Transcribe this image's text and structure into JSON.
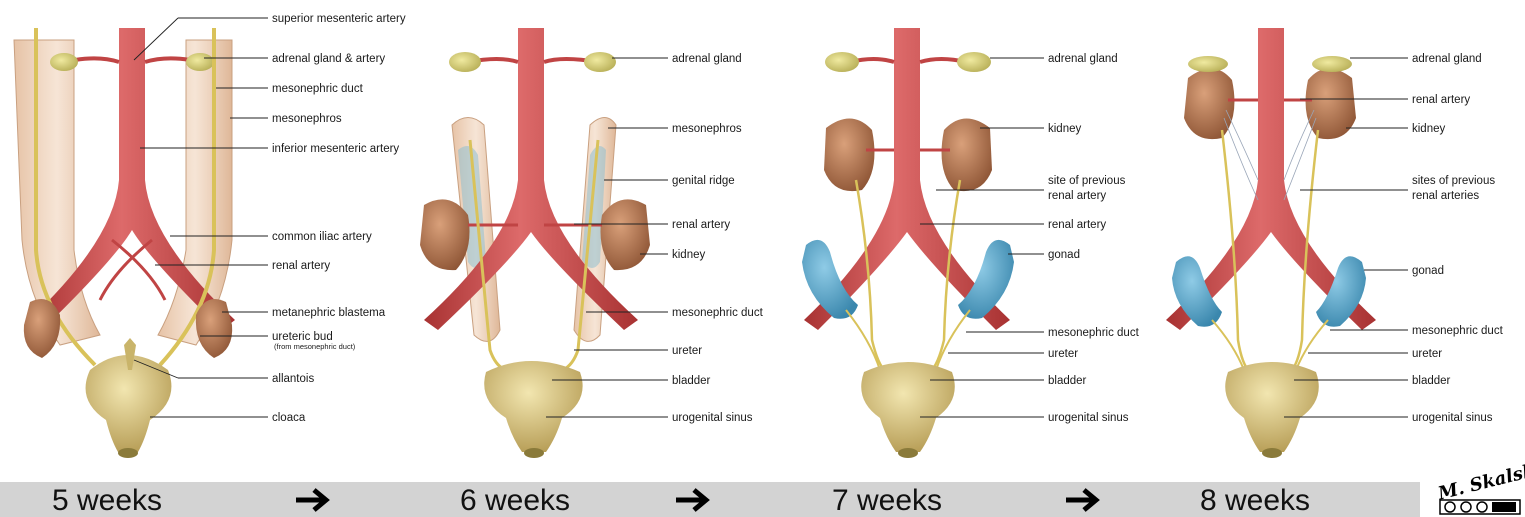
{
  "panel1": {
    "superior_mesenteric_artery": "superior mesenteric artery",
    "adrenal_gland_artery": "adrenal gland & artery",
    "mesonephric_duct": "mesonephric duct",
    "mesonephros": "mesonephros",
    "inferior_mesenteric_artery": "inferior mesenteric artery",
    "common_iliac_artery": "common iliac artery",
    "renal_artery": "renal artery",
    "metanephric_blastema": "metanephric blastema",
    "ureteric_bud": "ureteric bud",
    "ureteric_bud_note": "(from mesonephric duct)",
    "allantois": "allantois",
    "cloaca": "cloaca"
  },
  "panel2": {
    "adrenal_gland": "adrenal gland",
    "mesonephros": "mesonephros",
    "genital_ridge": "genital ridge",
    "renal_artery": "renal artery",
    "kidney": "kidney",
    "mesonephric_duct": "mesonephric duct",
    "ureter": "ureter",
    "bladder": "bladder",
    "urogenital_sinus": "urogenital sinus"
  },
  "panel3": {
    "adrenal_gland": "adrenal gland",
    "kidney": "kidney",
    "site_prev_1": "site of previous",
    "site_prev_2": "renal artery",
    "renal_artery": "renal artery",
    "gonad": "gonad",
    "mesonephric_duct": "mesonephric duct",
    "ureter": "ureter",
    "bladder": "bladder",
    "urogenital_sinus": "urogenital sinus"
  },
  "panel4": {
    "adrenal_gland": "adrenal gland",
    "renal_artery": "renal artery",
    "kidney": "kidney",
    "sites_prev_1": "sites of previous",
    "sites_prev_2": "renal arteries",
    "gonad": "gonad",
    "mesonephric_duct": "mesonephric duct",
    "ureter": "ureter",
    "bladder": "bladder",
    "urogenital_sinus": "urogenital sinus"
  },
  "timeline": {
    "stage1": "5 weeks",
    "stage2": "6 weeks",
    "stage3": "7 weeks",
    "stage4": "8 weeks",
    "arrow_icon": "right-arrow-icon",
    "band_color": "#d3d3d3"
  },
  "signature": "M. Skalski",
  "colors": {
    "artery": "#c94a4a",
    "adrenal": "#d8d07a",
    "kidney": "#b87a55",
    "mesonephros": "#e8c4a8",
    "duct": "#d9c25a",
    "gonad": "#5aa8cc",
    "bladder": "#d6c27e"
  }
}
